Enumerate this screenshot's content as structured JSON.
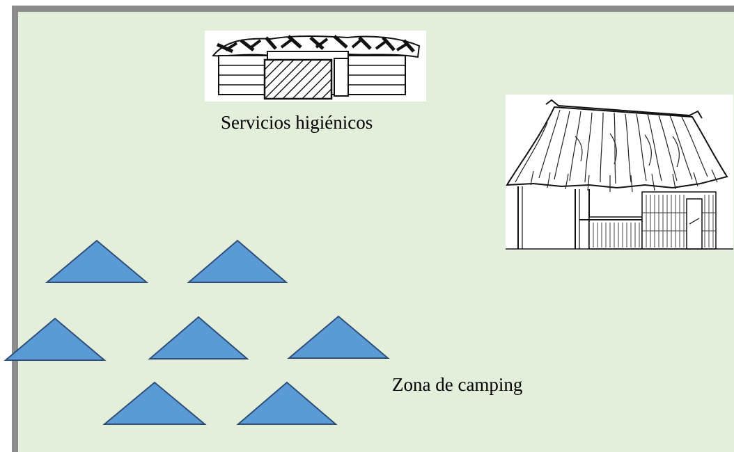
{
  "colors": {
    "frame": "#8c8c8c",
    "background": "#e3eedb",
    "tent_fill": "#5b9bd5",
    "tent_stroke": "#2f4f7a"
  },
  "labels": {
    "restrooms": "Servicios higiénicos",
    "camping_zone": "Zona de camping"
  },
  "icons": {
    "restrooms": "restroom-building-illustration",
    "hut": "thatched-hut-illustration",
    "tent": "tent-triangle-icon"
  },
  "tent_count": 7
}
